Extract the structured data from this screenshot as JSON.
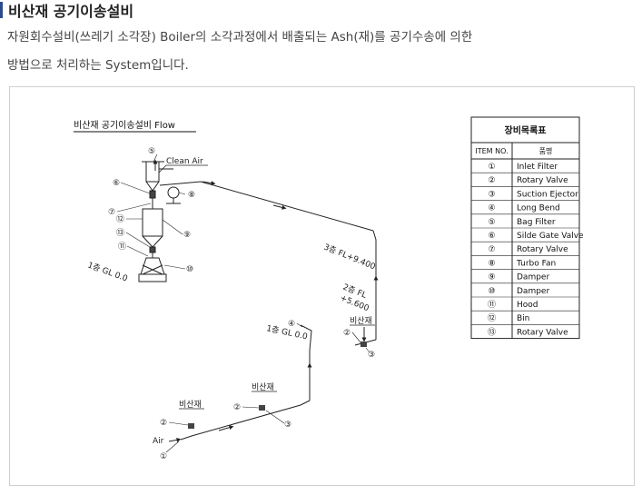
{
  "header": {
    "title": "비산재 공기이송설비",
    "desc_line1": "자원회수설비(쓰레기 소각장) Boiler의 소각과정에서 배출되는 Ash(재)를 공기수송에 의한",
    "desc_line2": "방법으로 처리하는 System입니다."
  },
  "diagram": {
    "flow_title": "비산재 공기이송설비 Flow",
    "clean_air": "Clean Air",
    "gl_top": "1층 GL 0.0",
    "gl_mid": "1층 GL 0.0",
    "fl3": "3층 FL+9.400",
    "fl2_a": "2층 FL",
    "fl2_b": "+5.600",
    "bisanjae_right": "비산재",
    "bisanjae_mid": "비산재",
    "bisanjae_left": "비산재",
    "air": "Air",
    "callouts": {
      "c1": "①",
      "c2": "②",
      "c3": "③",
      "c4": "④",
      "c5": "⑤",
      "c6": "⑥",
      "c7": "⑦",
      "c8": "⑧",
      "c9": "⑨",
      "c10": "⑩",
      "c11": "⑪",
      "c12": "⑫",
      "c13": "⑬"
    }
  },
  "equipment_table": {
    "title": "장비목록표",
    "col_no": "ITEM NO.",
    "col_name": "품명",
    "rows": [
      {
        "no": "①",
        "name": "Inlet Filter"
      },
      {
        "no": "②",
        "name": "Rotary Valve"
      },
      {
        "no": "③",
        "name": "Suction Ejector"
      },
      {
        "no": "④",
        "name": "Long Bend"
      },
      {
        "no": "⑤",
        "name": "Bag Filter"
      },
      {
        "no": "⑥",
        "name": "Silde Gate Valve"
      },
      {
        "no": "⑦",
        "name": "Rotary Valve"
      },
      {
        "no": "⑧",
        "name": "Turbo Fan"
      },
      {
        "no": "⑨",
        "name": "Damper"
      },
      {
        "no": "⑩",
        "name": "Damper"
      },
      {
        "no": "⑪",
        "name": "Hood"
      },
      {
        "no": "⑫",
        "name": "Bin"
      },
      {
        "no": "⑬",
        "name": "Rotary Valve"
      }
    ]
  }
}
